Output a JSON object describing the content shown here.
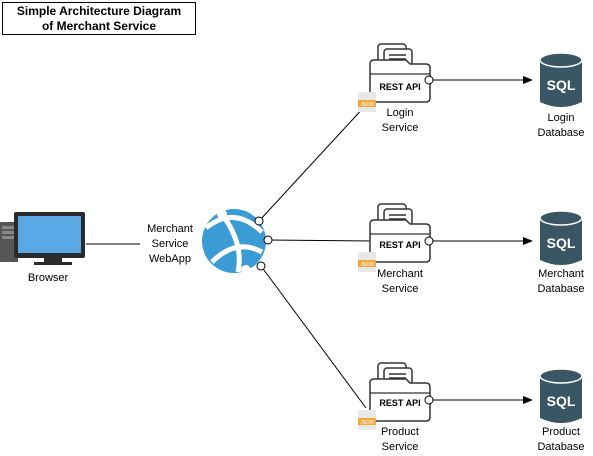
{
  "title": {
    "line1": "Simple Architecture Diagram",
    "line2": "of Merchant Service"
  },
  "browser": {
    "label": "Browser"
  },
  "webapp": {
    "label_line1": "Merchant",
    "label_line2": "Service",
    "label_line3": "WebApp"
  },
  "services": [
    {
      "api_label": "REST API",
      "json_label": "JSON",
      "line1": "Login",
      "line2": "Service"
    },
    {
      "api_label": "REST API",
      "json_label": "JSON",
      "line1": "Merchant",
      "line2": "Service"
    },
    {
      "api_label": "REST API",
      "json_label": "JSON",
      "line1": "Product",
      "line2": "Service"
    }
  ],
  "databases": [
    {
      "sql_label": "SQL",
      "line1": "Login",
      "line2": "Database"
    },
    {
      "sql_label": "SQL",
      "line1": "Merchant",
      "line2": "Database"
    },
    {
      "sql_label": "SQL",
      "line1": "Product",
      "line2": "Database"
    }
  ],
  "colors": {
    "db": "#3a5564",
    "azure": "#3a9bd5",
    "monitor": "#5aa9e6",
    "json_badge": "#f2a93b",
    "server": "#444444"
  }
}
